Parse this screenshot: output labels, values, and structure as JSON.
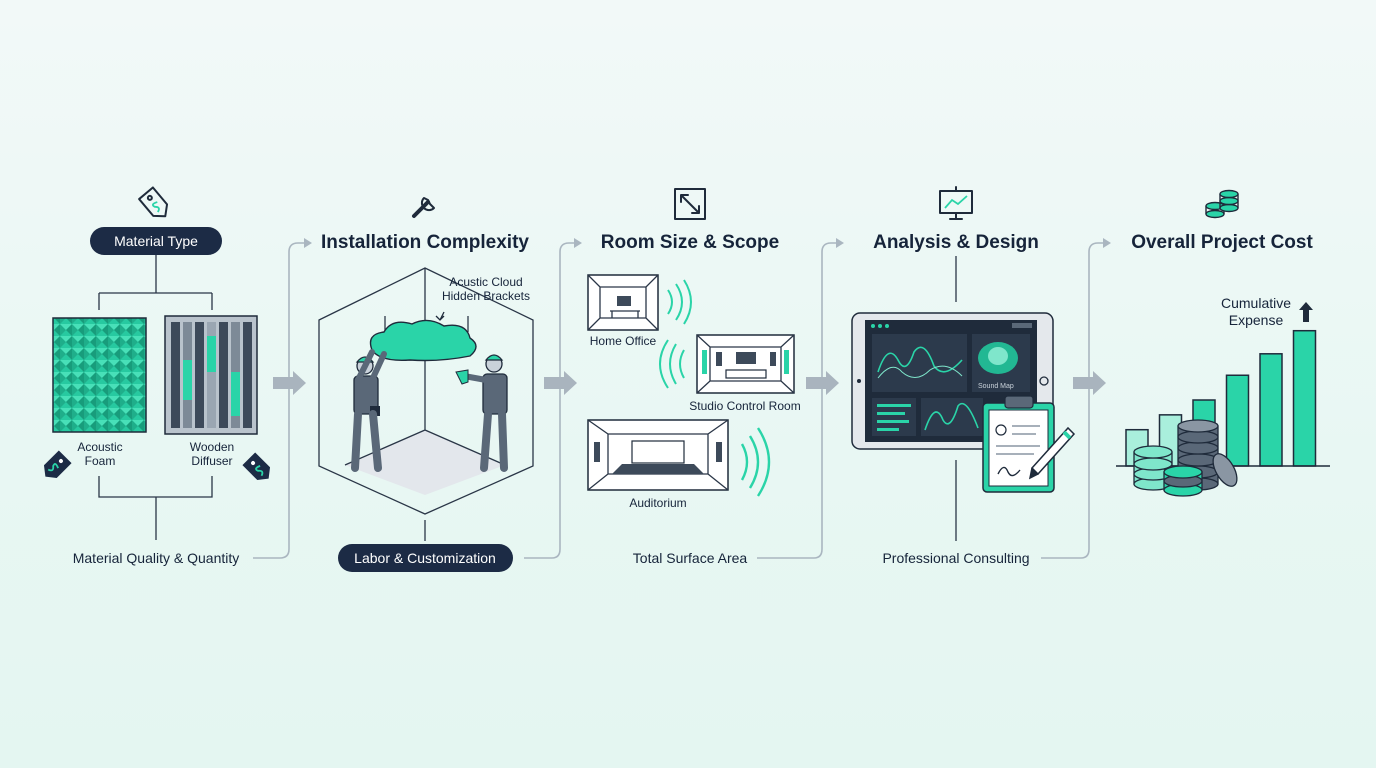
{
  "stages": [
    {
      "title": "Material Type",
      "footer": "Material Quality & Quantity",
      "items": [
        "Acoustic\nFoam",
        "Wooden\nDiffuser"
      ]
    },
    {
      "title": "Installation Complexity",
      "footer": "Labor & Customization",
      "callout": [
        "Acustic Cloud",
        "Hidden Brackets"
      ]
    },
    {
      "title": "Room Size & Scope",
      "footer": "Total Surface Area",
      "rooms": [
        "Home Office",
        "Studio Control Room",
        "Auditorium"
      ]
    },
    {
      "title": "Analysis & Design",
      "footer": "Professional Consulting",
      "screen_label": "Sound Map"
    },
    {
      "title": "Overall Project Cost",
      "chart_label": [
        "Cumulative",
        "Expense"
      ]
    }
  ],
  "icons": [
    "price-tag-icon",
    "wrench-icon",
    "resize-icon",
    "presentation-chart-icon",
    "coin-stack-icon"
  ],
  "bar_levels": [
    0.22,
    0.31,
    0.4,
    0.55,
    0.68,
    0.82
  ],
  "colors": {
    "ink": "#1f2b3b",
    "navy": "#1c2b45",
    "teal": "#2ad4a8",
    "teal_light": "#7fe6cb",
    "gray": "#aab6c0"
  }
}
